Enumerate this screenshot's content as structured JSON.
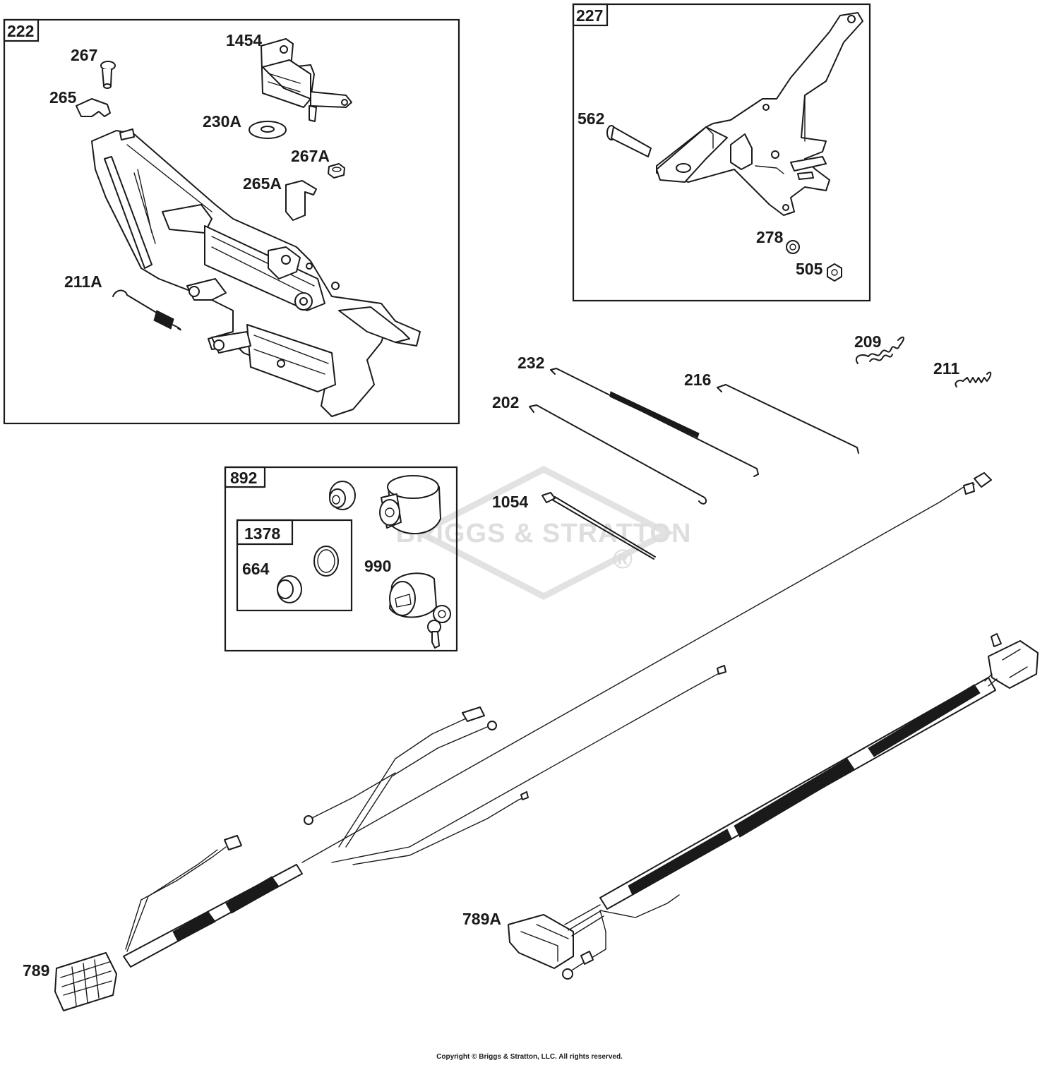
{
  "watermark": {
    "text": "BRIGGS & STRATTON",
    "registered_mark": "®"
  },
  "boxes": {
    "b222": "222",
    "b227": "227",
    "b892": "892",
    "b1378": "1378"
  },
  "labels": {
    "p1454": "1454",
    "p267": "267",
    "p265": "265",
    "p230A": "230A",
    "p267A": "267A",
    "p265A": "265A",
    "p211A": "211A",
    "p562": "562",
    "p278": "278",
    "p505": "505",
    "p209": "209",
    "p211": "211",
    "p232": "232",
    "p216": "216",
    "p202": "202",
    "p1054": "1054",
    "p664": "664",
    "p990": "990",
    "p789A": "789A",
    "p789": "789"
  },
  "copyright": "Copyright © Briggs & Stratton, LLC. All rights reserved."
}
